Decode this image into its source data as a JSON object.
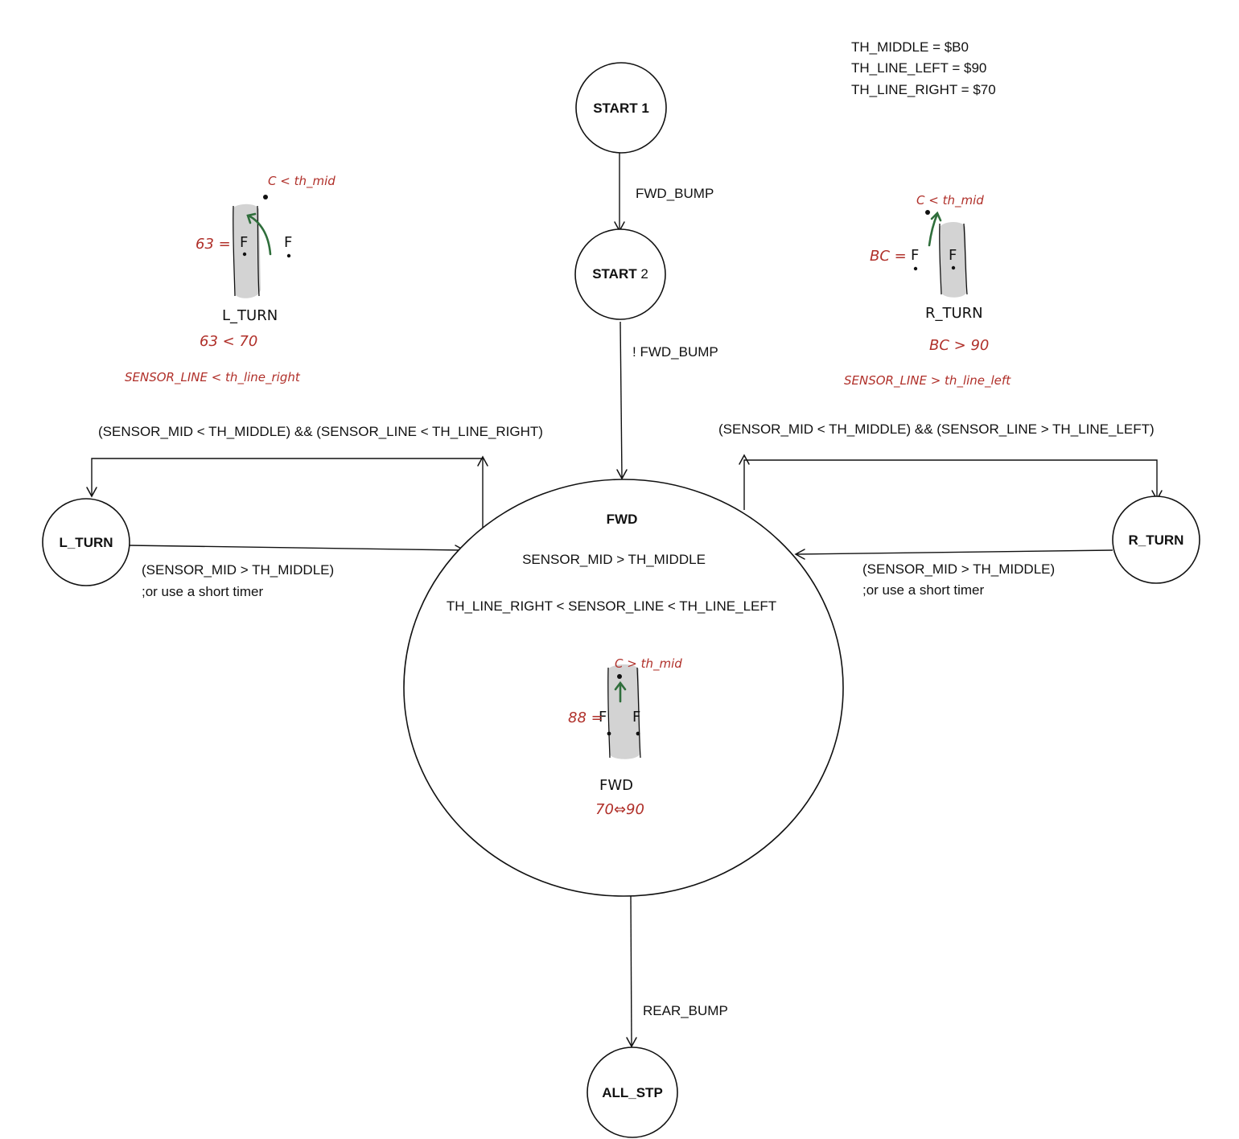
{
  "thresholds": {
    "th_middle": "TH_MIDDLE = $B0",
    "th_line_left": "TH_LINE_LEFT = $90",
    "th_line_right": "TH_LINE_RIGHT = $70"
  },
  "states": {
    "start1": {
      "bold": "START 1",
      "rest": ""
    },
    "start2": {
      "bold": "START",
      "rest": " 2"
    },
    "fwd": {
      "title": "FWD",
      "condition1": "SENSOR_MID > TH_MIDDLE",
      "condition2": "TH_LINE_RIGHT < SENSOR_LINE < TH_LINE_LEFT"
    },
    "l_turn": {
      "title": "L_TURN"
    },
    "r_turn": {
      "title": "R_TURN"
    },
    "all_stp": {
      "title": "ALL_STP"
    }
  },
  "transitions": {
    "start1_to_start2": "FWD_BUMP",
    "start2_to_fwd": "! FWD_BUMP",
    "fwd_to_lturn": "(SENSOR_MID < TH_MIDDLE) && (SENSOR_LINE < TH_LINE_RIGHT)",
    "fwd_to_rturn": "(SENSOR_MID < TH_MIDDLE) && (SENSOR_LINE > TH_LINE_LEFT)",
    "lturn_to_fwd": {
      "line1": "(SENSOR_MID > TH_MIDDLE)",
      "line2": ";or use a short timer"
    },
    "rturn_to_fwd": {
      "line1": "(SENSOR_MID > TH_MIDDLE)",
      "line2": ";or use a short timer"
    },
    "fwd_to_allstp": "REAR_BUMP"
  },
  "sketches": {
    "left": {
      "c_note": "C < th_mid",
      "value_note": "63 =",
      "sensor_letter": "F",
      "caption": "L_TURN",
      "compare": "63 < 70",
      "rule": "SENSOR_LINE < th_line_right"
    },
    "right": {
      "c_note": "C < th_mid",
      "value_note": "BC =",
      "sensor_letter": "F",
      "caption": "R_TURN",
      "compare": "BC > 90",
      "rule": "SENSOR_LINE > th_line_left"
    },
    "center": {
      "c_note": "C > th_mid",
      "value_note": "88 =",
      "sensor_letter": "F",
      "caption": "FWD",
      "range": "70⇔90"
    }
  },
  "colors": {
    "ink": "#111111",
    "handwriting_red": "#b0302a",
    "arrow_green": "#2f6e3b",
    "track_gray": "#d3d3d3"
  }
}
